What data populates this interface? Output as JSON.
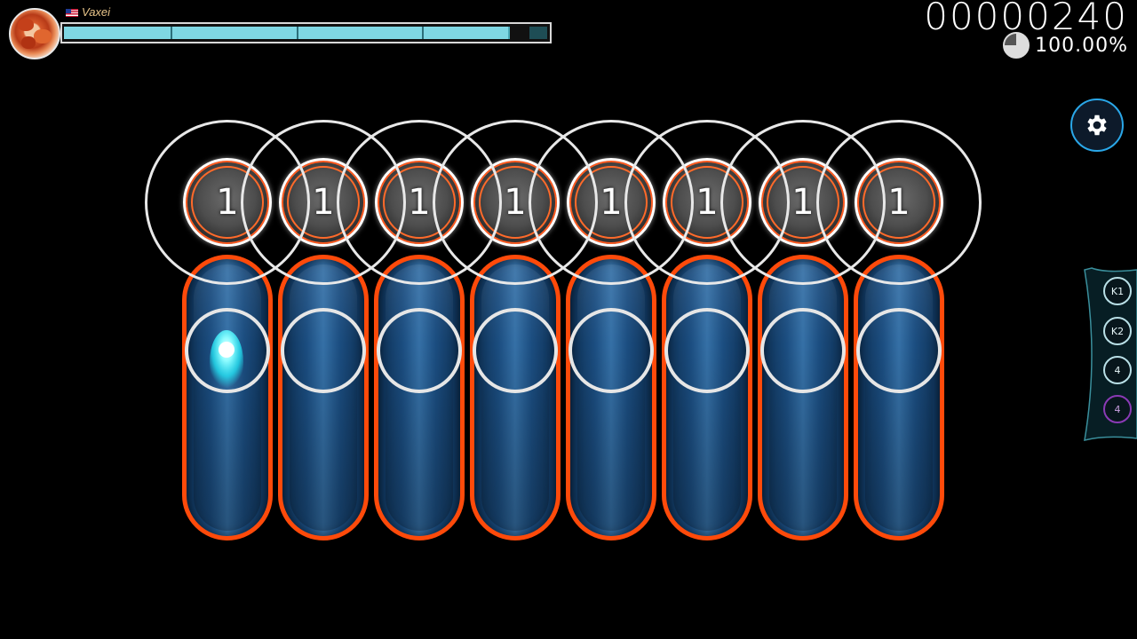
{
  "player": {
    "name": "Vaxei",
    "flag_icon": "us-flag-icon",
    "health_fraction": 0.955
  },
  "hud": {
    "score": "00000240",
    "accuracy": "100.00%",
    "accuracy_icon": "pie-progress-icon"
  },
  "settings": {
    "icon": "gear-icon"
  },
  "key_overlay": {
    "keys": [
      {
        "label": "K1"
      },
      {
        "label": "K2"
      },
      {
        "label": "4"
      },
      {
        "label": "4"
      }
    ]
  },
  "playfield": {
    "notes": [
      {
        "combo": "1"
      },
      {
        "combo": "1"
      },
      {
        "combo": "1"
      },
      {
        "combo": "1"
      },
      {
        "combo": "1"
      },
      {
        "combo": "1"
      },
      {
        "combo": "1"
      },
      {
        "combo": "1"
      }
    ]
  },
  "colors": {
    "slider_border": "#ff4a0a",
    "slider_body": "#1b4d80",
    "health": "#7fd7e3",
    "settings_ring": "#2aa7e8",
    "cursor": "#22f2ff"
  }
}
